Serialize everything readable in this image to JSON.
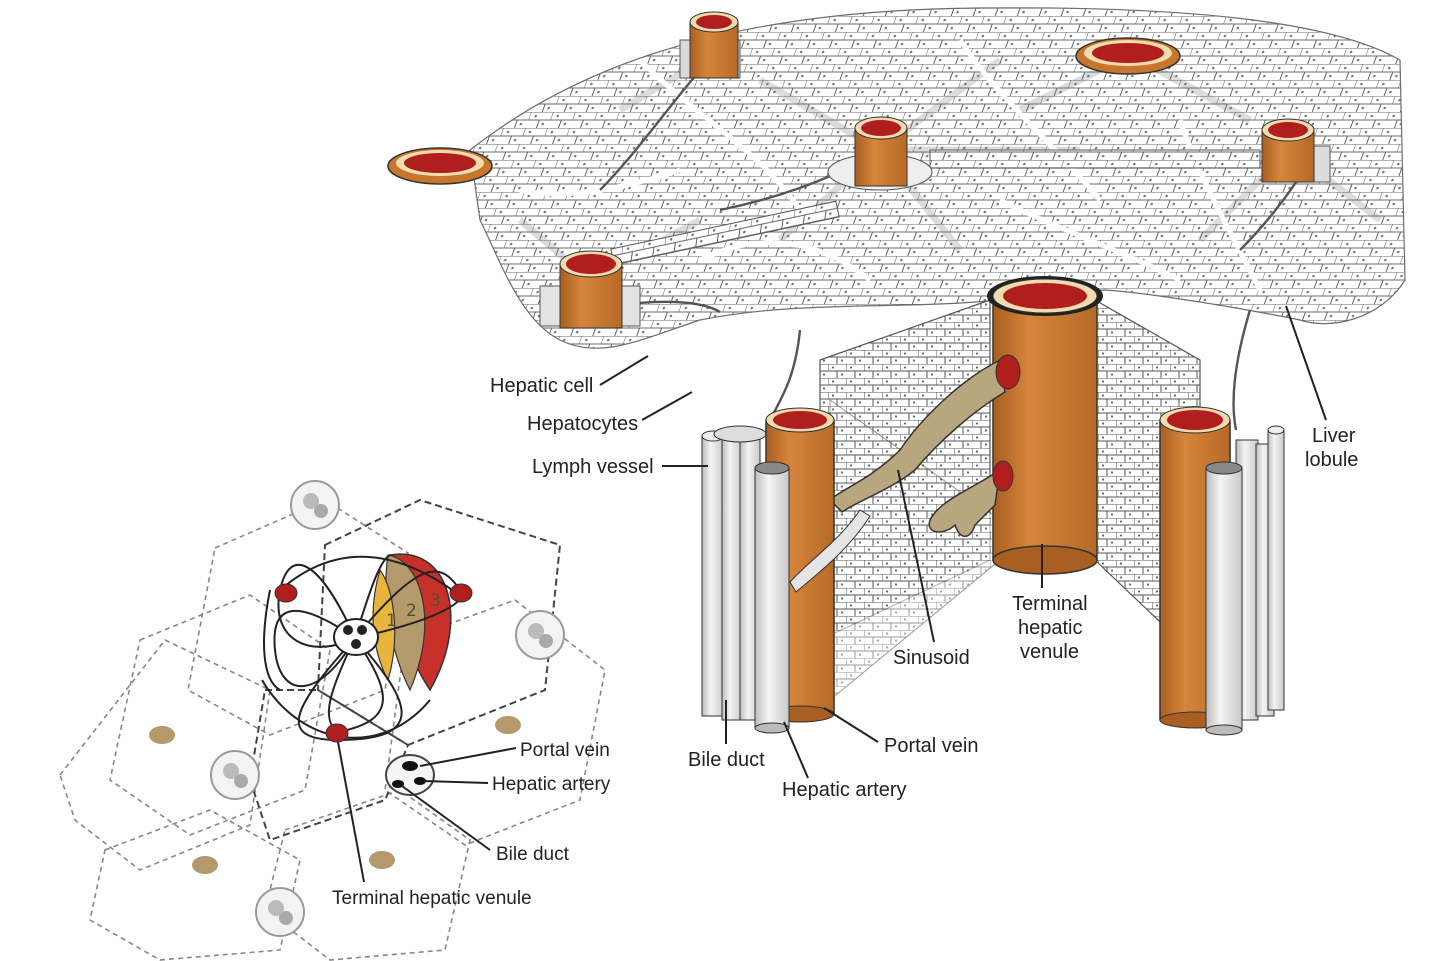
{
  "colors": {
    "vessel_orange": "#C8762E",
    "vessel_orange_dark": "#9A5620",
    "lumen_red": "#B01E1E",
    "rim_cream": "#F1DCB0",
    "sinusoid_tan": "#B8A77E",
    "zone_yellow": "#E8B43C",
    "zone_tan": "#B49A6A",
    "zone_red": "#C8302A",
    "duct_gray": "#D8D8D8",
    "cell_line": "#444444"
  },
  "main_labels": {
    "hepatic_cell": "Hepatic cell",
    "hepatocytes": "Hepatocytes",
    "lymph_vessel": "Lymph vessel",
    "liver_lobule_1": "Liver",
    "liver_lobule_2": "lobule",
    "sinusoid": "Sinusoid",
    "terminal_venule_1": "Terminal",
    "terminal_venule_2": "hepatic",
    "terminal_venule_3": "venule",
    "portal_vein": "Portal vein",
    "bile_duct": "Bile duct",
    "hepatic_artery": "Hepatic artery"
  },
  "inset_labels": {
    "portal_vein": "Portal vein",
    "hepatic_artery": "Hepatic artery",
    "bile_duct": "Bile duct",
    "terminal_venule": "Terminal hepatic venule"
  },
  "zones": [
    "1",
    "2",
    "3"
  ]
}
